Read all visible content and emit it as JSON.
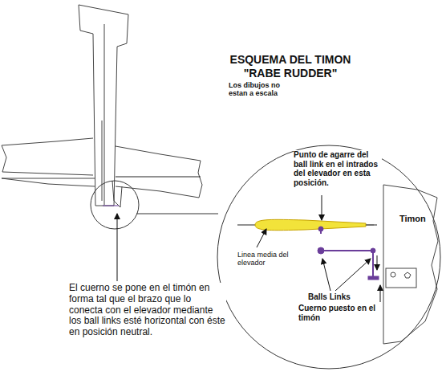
{
  "diagram": {
    "title": "ESQUEMA DEL TIMON \"RABE RUDDER\"",
    "labels": [
      "Los dibujos no estan a escala",
      "Punto de agarre del ball link en el intrados del elevador en esta posición.",
      "Timon",
      "Linea media del elevador",
      "Balls Links",
      "Cuerno puesto en el timón",
      "El cuerno se pone en el timón en forma tal que el brazo que lo conecta con el elevador mediante los ball links esté horizontal con éste en posición neutral."
    ]
  }
}
